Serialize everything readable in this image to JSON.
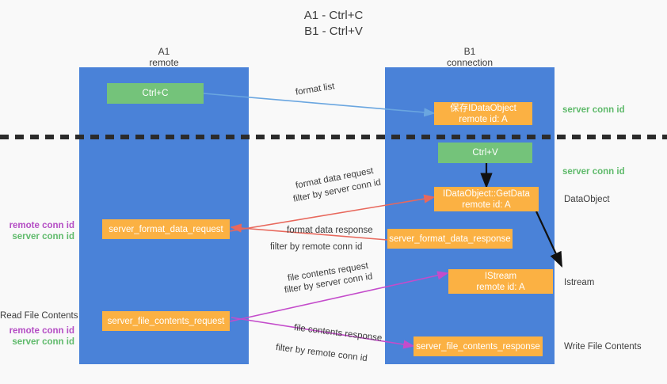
{
  "title": {
    "line1": "A1 - Ctrl+C",
    "line2": "B1 - Ctrl+V"
  },
  "colors": {
    "lane": "#4a82d8",
    "box_orange": "#fbb143",
    "box_green": "#74c37a",
    "server_conn_id": "#5fba6b",
    "remote_conn_id": "#b44dc4",
    "background": "#f9f9f9",
    "arrow_blue": "#6aa6e0",
    "arrow_red": "#e8685c",
    "arrow_magenta": "#c44ccb",
    "arrow_black": "#111111",
    "divider": "#2b2b2b"
  },
  "columns": [
    {
      "name": "A1",
      "sub": "remote"
    },
    {
      "name": "B1",
      "sub": "connection"
    }
  ],
  "boxes": {
    "ctrl_c": "Ctrl+C",
    "ctrl_v": "Ctrl+V",
    "save_idataobject": "保存IDataObject\nremote id: A",
    "idataobject_getdata": "IDataObject::GetData\nremote id: A",
    "istream": "IStream\nremote id: A",
    "server_format_data_request": "server_format_data_request",
    "server_format_data_response": "server_format_data_response",
    "server_file_contents_request": "server_file_contents_request",
    "server_file_contents_response": "server_file_contents_response"
  },
  "arrow_labels": {
    "format_list": "format list",
    "format_data_request": "format data request",
    "format_data_response": "format data response",
    "file_contents_request": "file contents request",
    "file_contents_response": "file contents response",
    "filter_by": "filter by ",
    "server_conn_id": "server conn id",
    "remote_conn_id": "remote conn id"
  },
  "right_labels": {
    "server_conn_id_top": "server conn id",
    "server_conn_id_mid": "server conn id",
    "dataobject": "DataObject",
    "istream": "Istream",
    "write_file_contents": "Write File Contents"
  },
  "left_labels": {
    "remote_conn_id_1": "remote conn id",
    "server_conn_id_1": "server conn id",
    "read_file_contents": "Read File Contents",
    "remote_conn_id_2": "remote conn id",
    "server_conn_id_2": "server conn id"
  }
}
